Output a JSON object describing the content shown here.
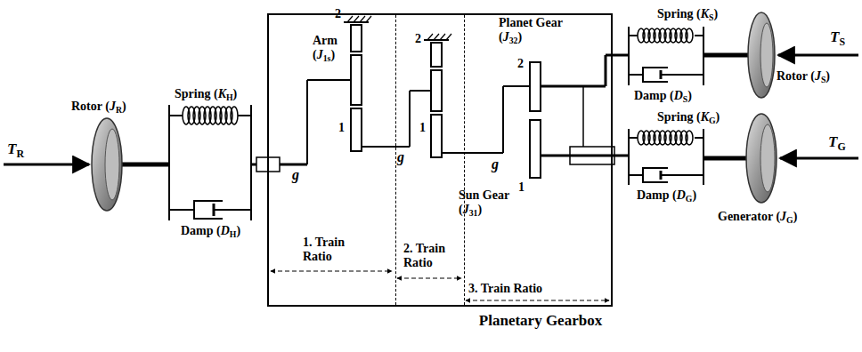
{
  "diagram": {
    "nodes": [
      {
        "text": [
          "Planetary Gearbox"
        ]
      },
      {
        "text": [
          "1. Train Ratio"
        ],
        "in": 0
      },
      {
        "text": [
          "2. Train Ratio"
        ],
        "in": 0
      },
      {
        "text": [
          "3. Train Ratio"
        ],
        "in": 0
      }
    ],
    "labels": [
      "TR",
      "Rotor (JR)",
      "Spring (KH)",
      "Damp (DH)",
      "Arm (J1s)",
      "2",
      "1",
      "g",
      "2",
      "1",
      "g",
      "Planet Gear (J32)",
      "2",
      "Sun Gear (J31)",
      "1",
      "g",
      "Spring (KS)",
      "Damp (DS)",
      "Rotor (JS)",
      "TS",
      "Spring (KG)",
      "Damp (DG)",
      "Generator (JG)",
      "TG"
    ]
  }
}
